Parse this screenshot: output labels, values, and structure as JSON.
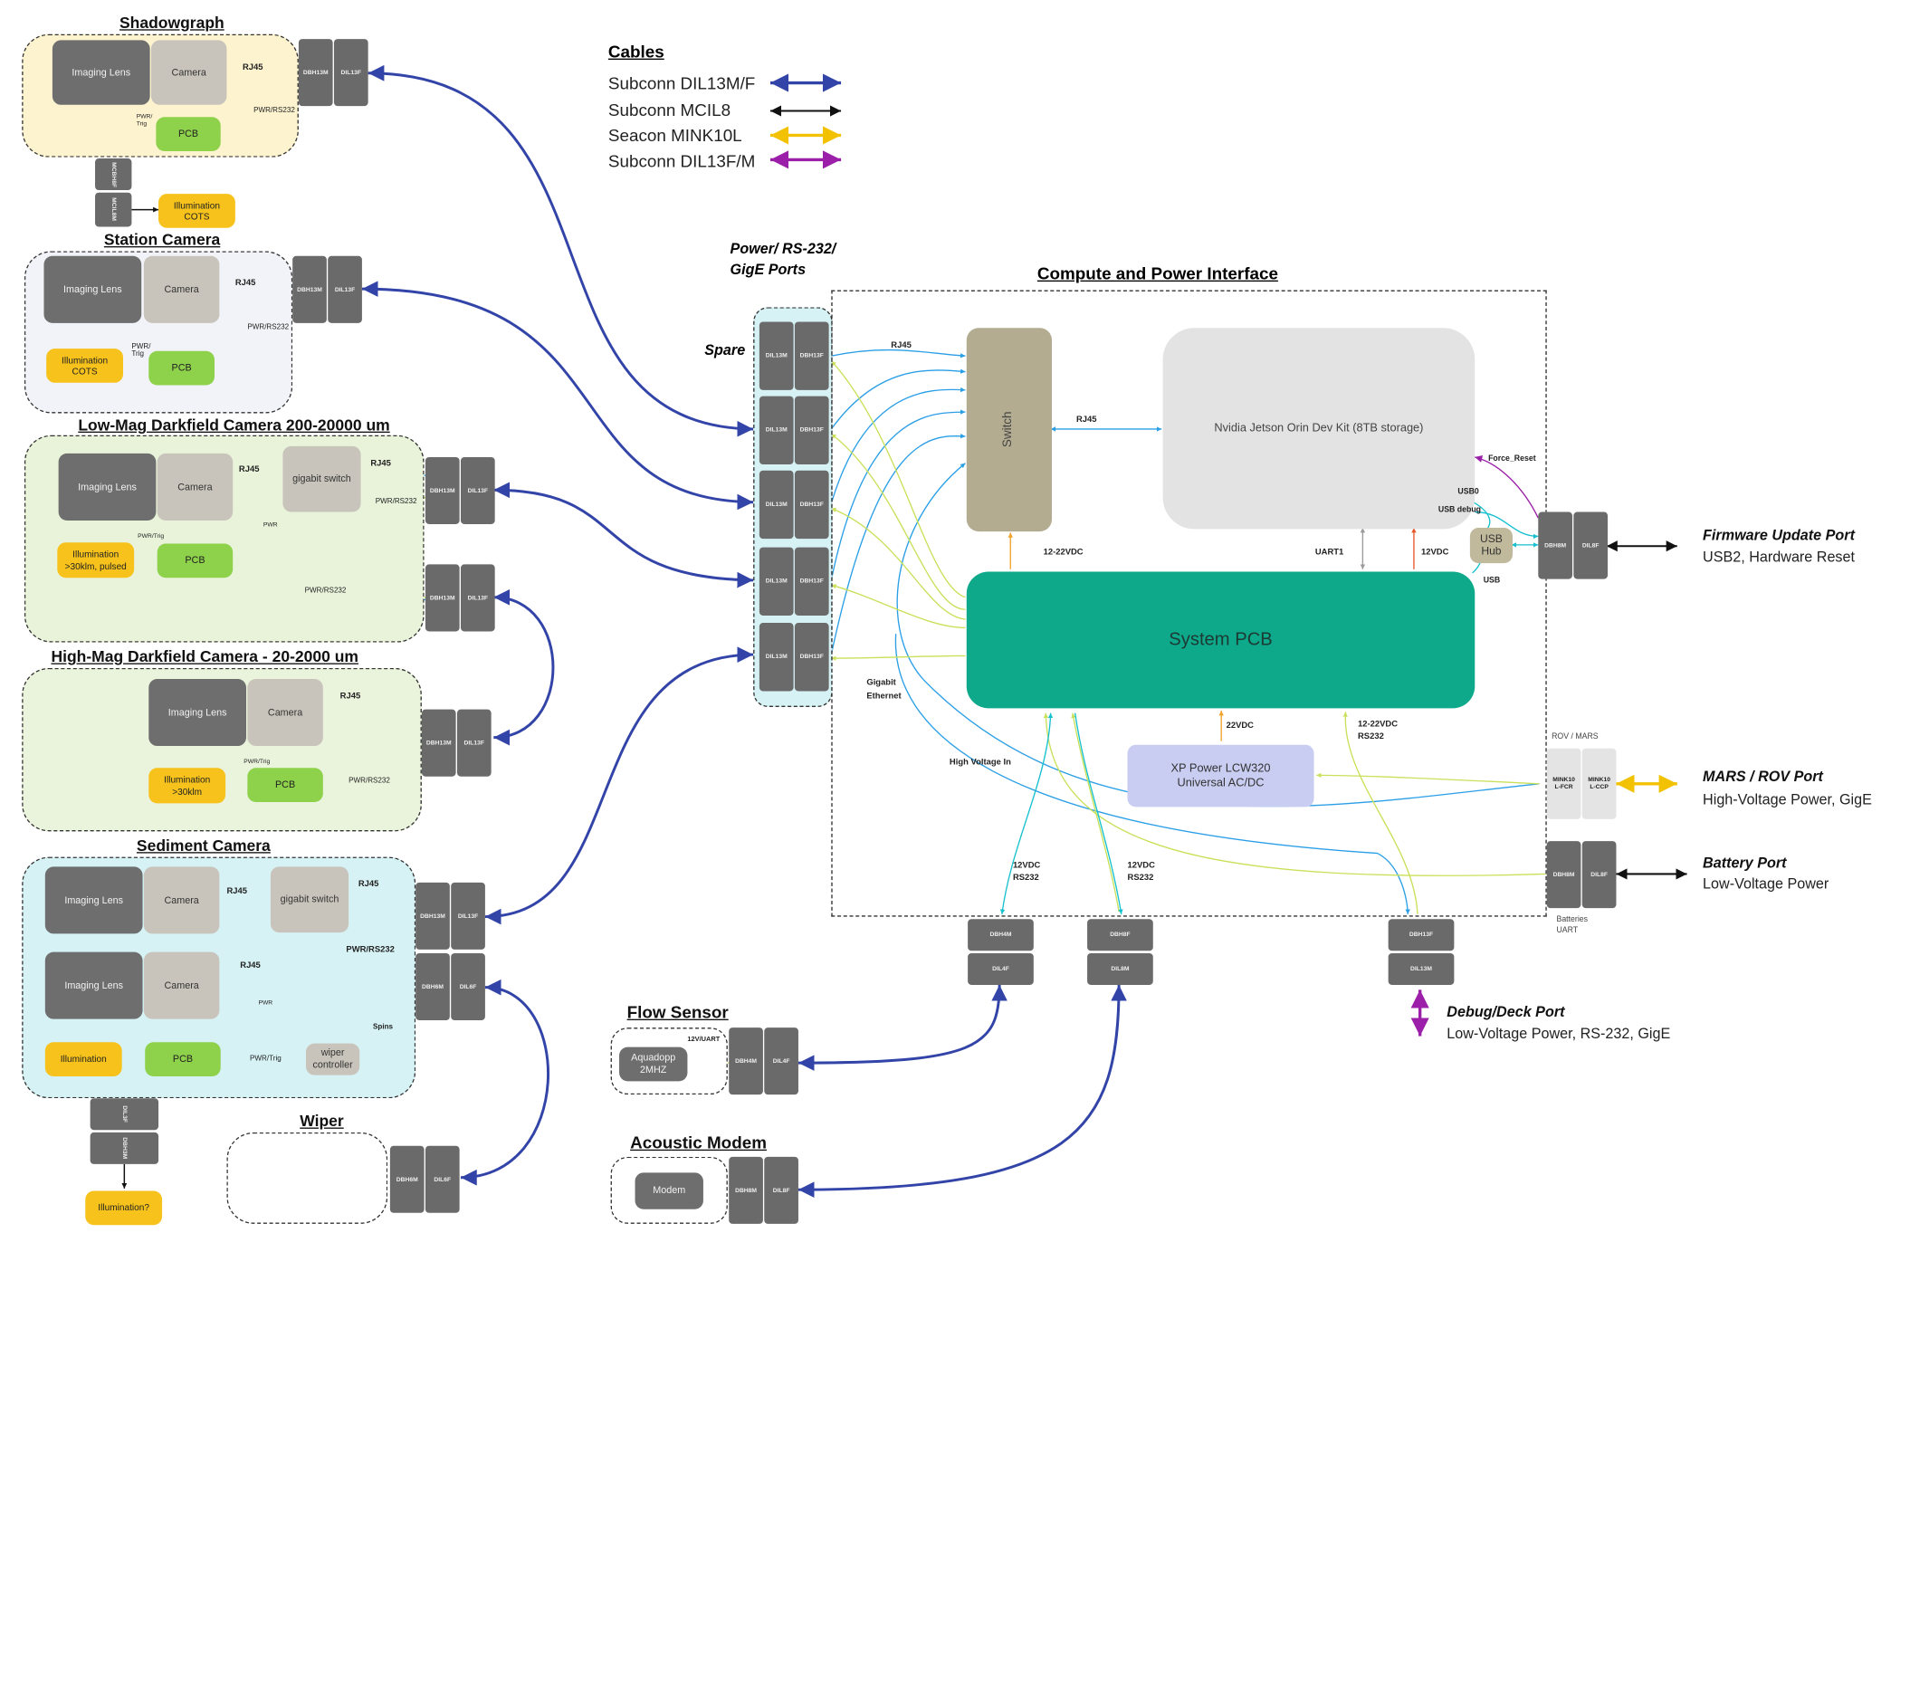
{
  "legend": {
    "title": "Cables",
    "items": [
      {
        "label": "Subconn DIL13M/F",
        "color": "#3344a8"
      },
      {
        "label": "Subconn MCIL8",
        "color": "#111111"
      },
      {
        "label": "Seacon MINK10L",
        "color": "#f2c200"
      },
      {
        "label": "Subconn DIL13F/M",
        "color": "#9b1fa8"
      }
    ]
  },
  "groups": {
    "shadowgraph": {
      "title": "Shadowgraph",
      "lens": "Imaging Lens",
      "camera": "Camera",
      "pcb": "PCB",
      "conn1": "DBH13M",
      "conn2": "DIL13F",
      "rj45": "RJ45",
      "pwr": "PWR/RS232",
      "pwr_trig": "PWR/\nTrig",
      "illum": "Illumination\nCOTS",
      "mc1": "MCBH8F",
      "mc2": "MCIL8M"
    },
    "station": {
      "title": "Station Camera",
      "lens": "Imaging Lens",
      "camera": "Camera",
      "pcb": "PCB",
      "conn1": "DBH13M",
      "conn2": "DIL13F",
      "rj45": "RJ45",
      "pwr": "PWR/RS232",
      "pwr_trig": "PWR/\nTrig",
      "illum": "Illumination\nCOTS"
    },
    "lowmag": {
      "title": "Low-Mag Darkfield Camera 200-20000 um",
      "lens": "Imaging Lens",
      "camera": "Camera",
      "switch": "gigabit switch",
      "pcb": "PCB",
      "conn1": "DBH13M",
      "conn2": "DIL13F",
      "conn3": "DBH13M",
      "conn4": "DIL13F",
      "rj45a": "RJ45",
      "rj45b": "RJ45",
      "pwr": "PWR/RS232",
      "pwr2": "PWR/RS232",
      "pwr_trig": "PWR/Trig",
      "pwr_small": "PWR",
      "illum": "Illumination\n>30klm, pulsed"
    },
    "highmag": {
      "title": "High-Mag Darkfield Camera - 20-2000 um",
      "lens": "Imaging Lens",
      "camera": "Camera",
      "pcb": "PCB",
      "conn1": "DBH13M",
      "conn2": "DIL13F",
      "rj45": "RJ45",
      "pwr": "PWR/RS232",
      "pwr_trig": "PWR/Trig",
      "illum": "Illumination\n>30klm"
    },
    "sediment": {
      "title": "Sediment Camera",
      "lens1": "Imaging Lens",
      "camera1": "Camera",
      "lens2": "Imaging Lens",
      "camera2": "Camera",
      "switch": "gigabit switch",
      "pcb": "PCB",
      "wiper_ctrl": "wiper\ncontroller",
      "illum": "Illumination",
      "conn1": "DBH13M",
      "conn2": "DIL13F",
      "conn3": "DBH6M",
      "conn4": "DIL6F",
      "rj45a": "RJ45",
      "rj45b": "RJ45",
      "rj45c": "RJ45",
      "pwr": "PWR/RS232",
      "spins": "Spins",
      "pwr_trig": "PWR/Trig",
      "pwr_small": "PWR",
      "ext1": "DIL3F",
      "ext2": "DBH3M",
      "illum_q": "Illumination?"
    },
    "wiper": {
      "title": "Wiper",
      "conn1": "DBH6M",
      "conn2": "DIL6F"
    },
    "flow": {
      "title": "Flow Sensor",
      "device": "Aquadopp\n2MHZ",
      "link": "12V/UART",
      "conn1": "DBH4M",
      "conn2": "DIL4F"
    },
    "modem": {
      "title": "Acoustic Modem",
      "device": "Modem",
      "conn1": "DBH8M",
      "conn2": "DIL8F"
    }
  },
  "ports_panel": {
    "title": "Power/ RS-232/\nGigE Ports",
    "spare": "Spare",
    "row_left": "DIL13M",
    "row_right": "DBH13F",
    "gigabit": "Gigabit\nEthernet"
  },
  "compute": {
    "title": "Compute and Power Interface",
    "switch": "Switch",
    "jetson": "Nvidia Jetson Orin Dev Kit (8TB storage)",
    "system_pcb": "System PCB",
    "power": "XP Power LCW320\nUniversal AC/DC",
    "usb_hub": "USB\nHub",
    "labels": {
      "rj45_top": "RJ45",
      "rj45_mid": "RJ45",
      "v1222": "12-22VDC",
      "uart1": "UART1",
      "v12": "12VDC",
      "force_reset": "Force_Reset",
      "usb0": "USB0",
      "usb_debug": "USB debug",
      "usb": "USB",
      "v22": "22VDC",
      "v1222b": "12-22VDC\nRS232",
      "hv_in": "High Voltage In",
      "v12rs_a": "12VDC\nRS232",
      "v12rs_b": "12VDC\nRS232"
    },
    "bottom_conns": [
      {
        "top": "DBH4M",
        "bottom": "DIL4F"
      },
      {
        "top": "DBH8F",
        "bottom": "DIL8M"
      },
      {
        "top": "DBH13F",
        "bottom": "DIL13M"
      }
    ],
    "fw_conn": {
      "top": "DBH8M",
      "bottom": "DIL8F"
    },
    "rov_conn": {
      "label": "ROV / MARS",
      "left": "MINK10\nL-FCR",
      "right": "MINK10\nL-CCP"
    },
    "bat_conn": {
      "top": "DBH8M",
      "bottom": "DIL8F",
      "note": "Batteries\nUART"
    }
  },
  "ports": [
    {
      "title": "Firmware Update Port",
      "desc": "USB2, Hardware Reset"
    },
    {
      "title": "MARS / ROV Port",
      "desc": "High-Voltage Power, GigE"
    },
    {
      "title": "Battery Port",
      "desc": "Low-Voltage Power"
    },
    {
      "title": "Debug/Deck Port",
      "desc": "Low-Voltage Power, RS-232, GigE"
    }
  ],
  "colors": {
    "blue": "#3344a8",
    "light_blue": "#2b9fe6",
    "cyan": "#16c0cf",
    "yellow_green": "#c9e05a",
    "orange": "#f2a12b",
    "purple": "#9b1fa8",
    "teal": "#0ea88a"
  }
}
